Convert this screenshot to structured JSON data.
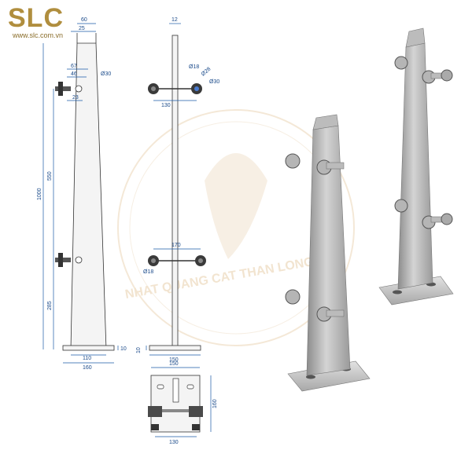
{
  "brand": {
    "logo_text": "SLC",
    "url": "www.slc.com.vn",
    "color": "#b08e3e"
  },
  "watermark": {
    "text": "NHAT QUANG CAT THAN LONG",
    "color": "#f1e2cc"
  },
  "side_view": {
    "dims": {
      "top_width": "60",
      "top_slot": "25",
      "clamp_67": "67",
      "clamp_46": "46",
      "clamp_dia": "Ø30",
      "clamp_23": "23",
      "height_total": "1000",
      "height_550": "550",
      "height_285": "285",
      "base_inner": "110",
      "base_outer": "160",
      "base_thk": "10"
    }
  },
  "front_view": {
    "dims": {
      "top_width": "12",
      "dia_18_top": "Ø18",
      "dia_28": "Ø28",
      "dia_30": "Ø30",
      "span_130": "130",
      "span_170": "170",
      "dia_18_bottom": "Ø18",
      "base_thk": "10",
      "base_150": "150"
    }
  },
  "plan_view": {
    "dims": {
      "width_150": "150",
      "depth_160": "160",
      "span_130": "130"
    }
  }
}
